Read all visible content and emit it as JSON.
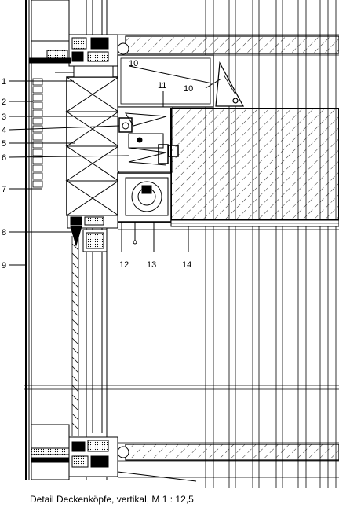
{
  "caption": "Detail Deckenköpfe, vertikal, M 1 : 12,5",
  "callouts": {
    "c1": "1",
    "c2": "2",
    "c3": "3",
    "c4": "4",
    "c5": "5",
    "c6": "6",
    "c7": "7",
    "c8": "8",
    "c9": "9",
    "c10a": "10",
    "c10b": "10",
    "c11": "11",
    "c12": "12",
    "c13": "13",
    "c14": "14"
  }
}
